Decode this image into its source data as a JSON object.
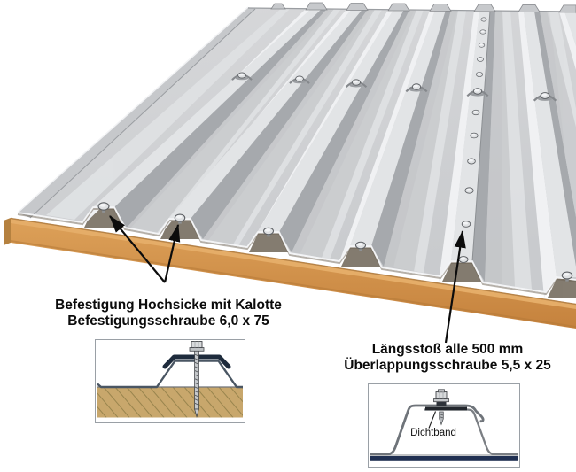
{
  "page": {
    "background": "#ffffff"
  },
  "annotations": {
    "hochsicke": {
      "line1": "Befestigung Hochsicke mit Kalotte",
      "line2": "Befestigungsschraube 6,0 x 75"
    },
    "laengsstoss": {
      "line1": "Längsstoß alle 500 mm",
      "line2": "Überlappungsschraube 5,5 x 25"
    }
  },
  "insets": {
    "overlap_detail": {
      "label": "Dichtband"
    }
  },
  "colors": {
    "wood_face": "#d6964e",
    "wood_top": "#e5ad68",
    "wood_end": "#b5813f",
    "metal_pan": "#d2d4d6",
    "metal_highlight": "#f0f1f3",
    "metal_shadow": "#a6a9ad",
    "calotte_navy": "#1e2b3c",
    "seal_band_navy": "#203052",
    "arrow_black": "#0c0c0c",
    "inset_border_gray": "#9aa0a6",
    "inset_wood": "#c8a76c"
  }
}
